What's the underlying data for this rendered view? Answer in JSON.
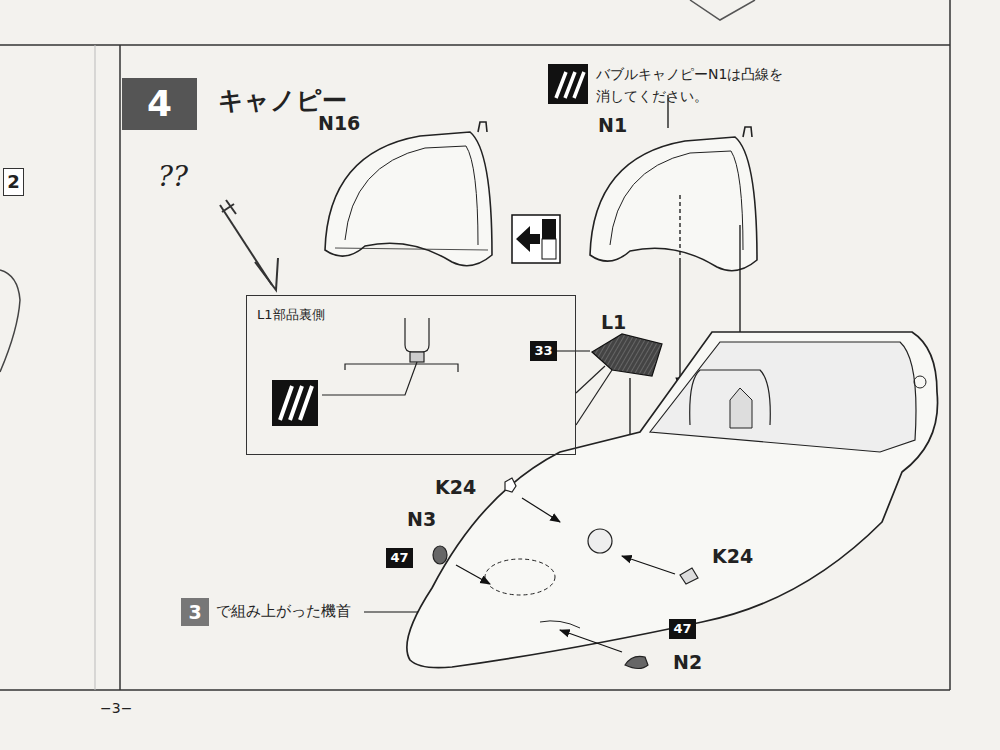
{
  "diagram": {
    "title": "キャノピー",
    "nodes": [
      {
        "text": [
          "4"
        ]
      },
      {
        "text": [
          "L1部品裏側"
        ]
      },
      {
        "text": [
          "33"
        ]
      },
      {
        "text": [
          "47"
        ]
      },
      {
        "text": [
          "47"
        ]
      },
      {
        "text": [
          "3"
        ]
      },
      {
        "text": [
          "2"
        ]
      }
    ],
    "labels": [
      "??",
      "N16",
      "N1",
      "バブルキャノピーN1は凸線を 消してください。",
      "L1",
      "K24",
      "N3",
      "K24",
      "N2",
      "で組み上がった機首",
      "−3−"
    ]
  }
}
